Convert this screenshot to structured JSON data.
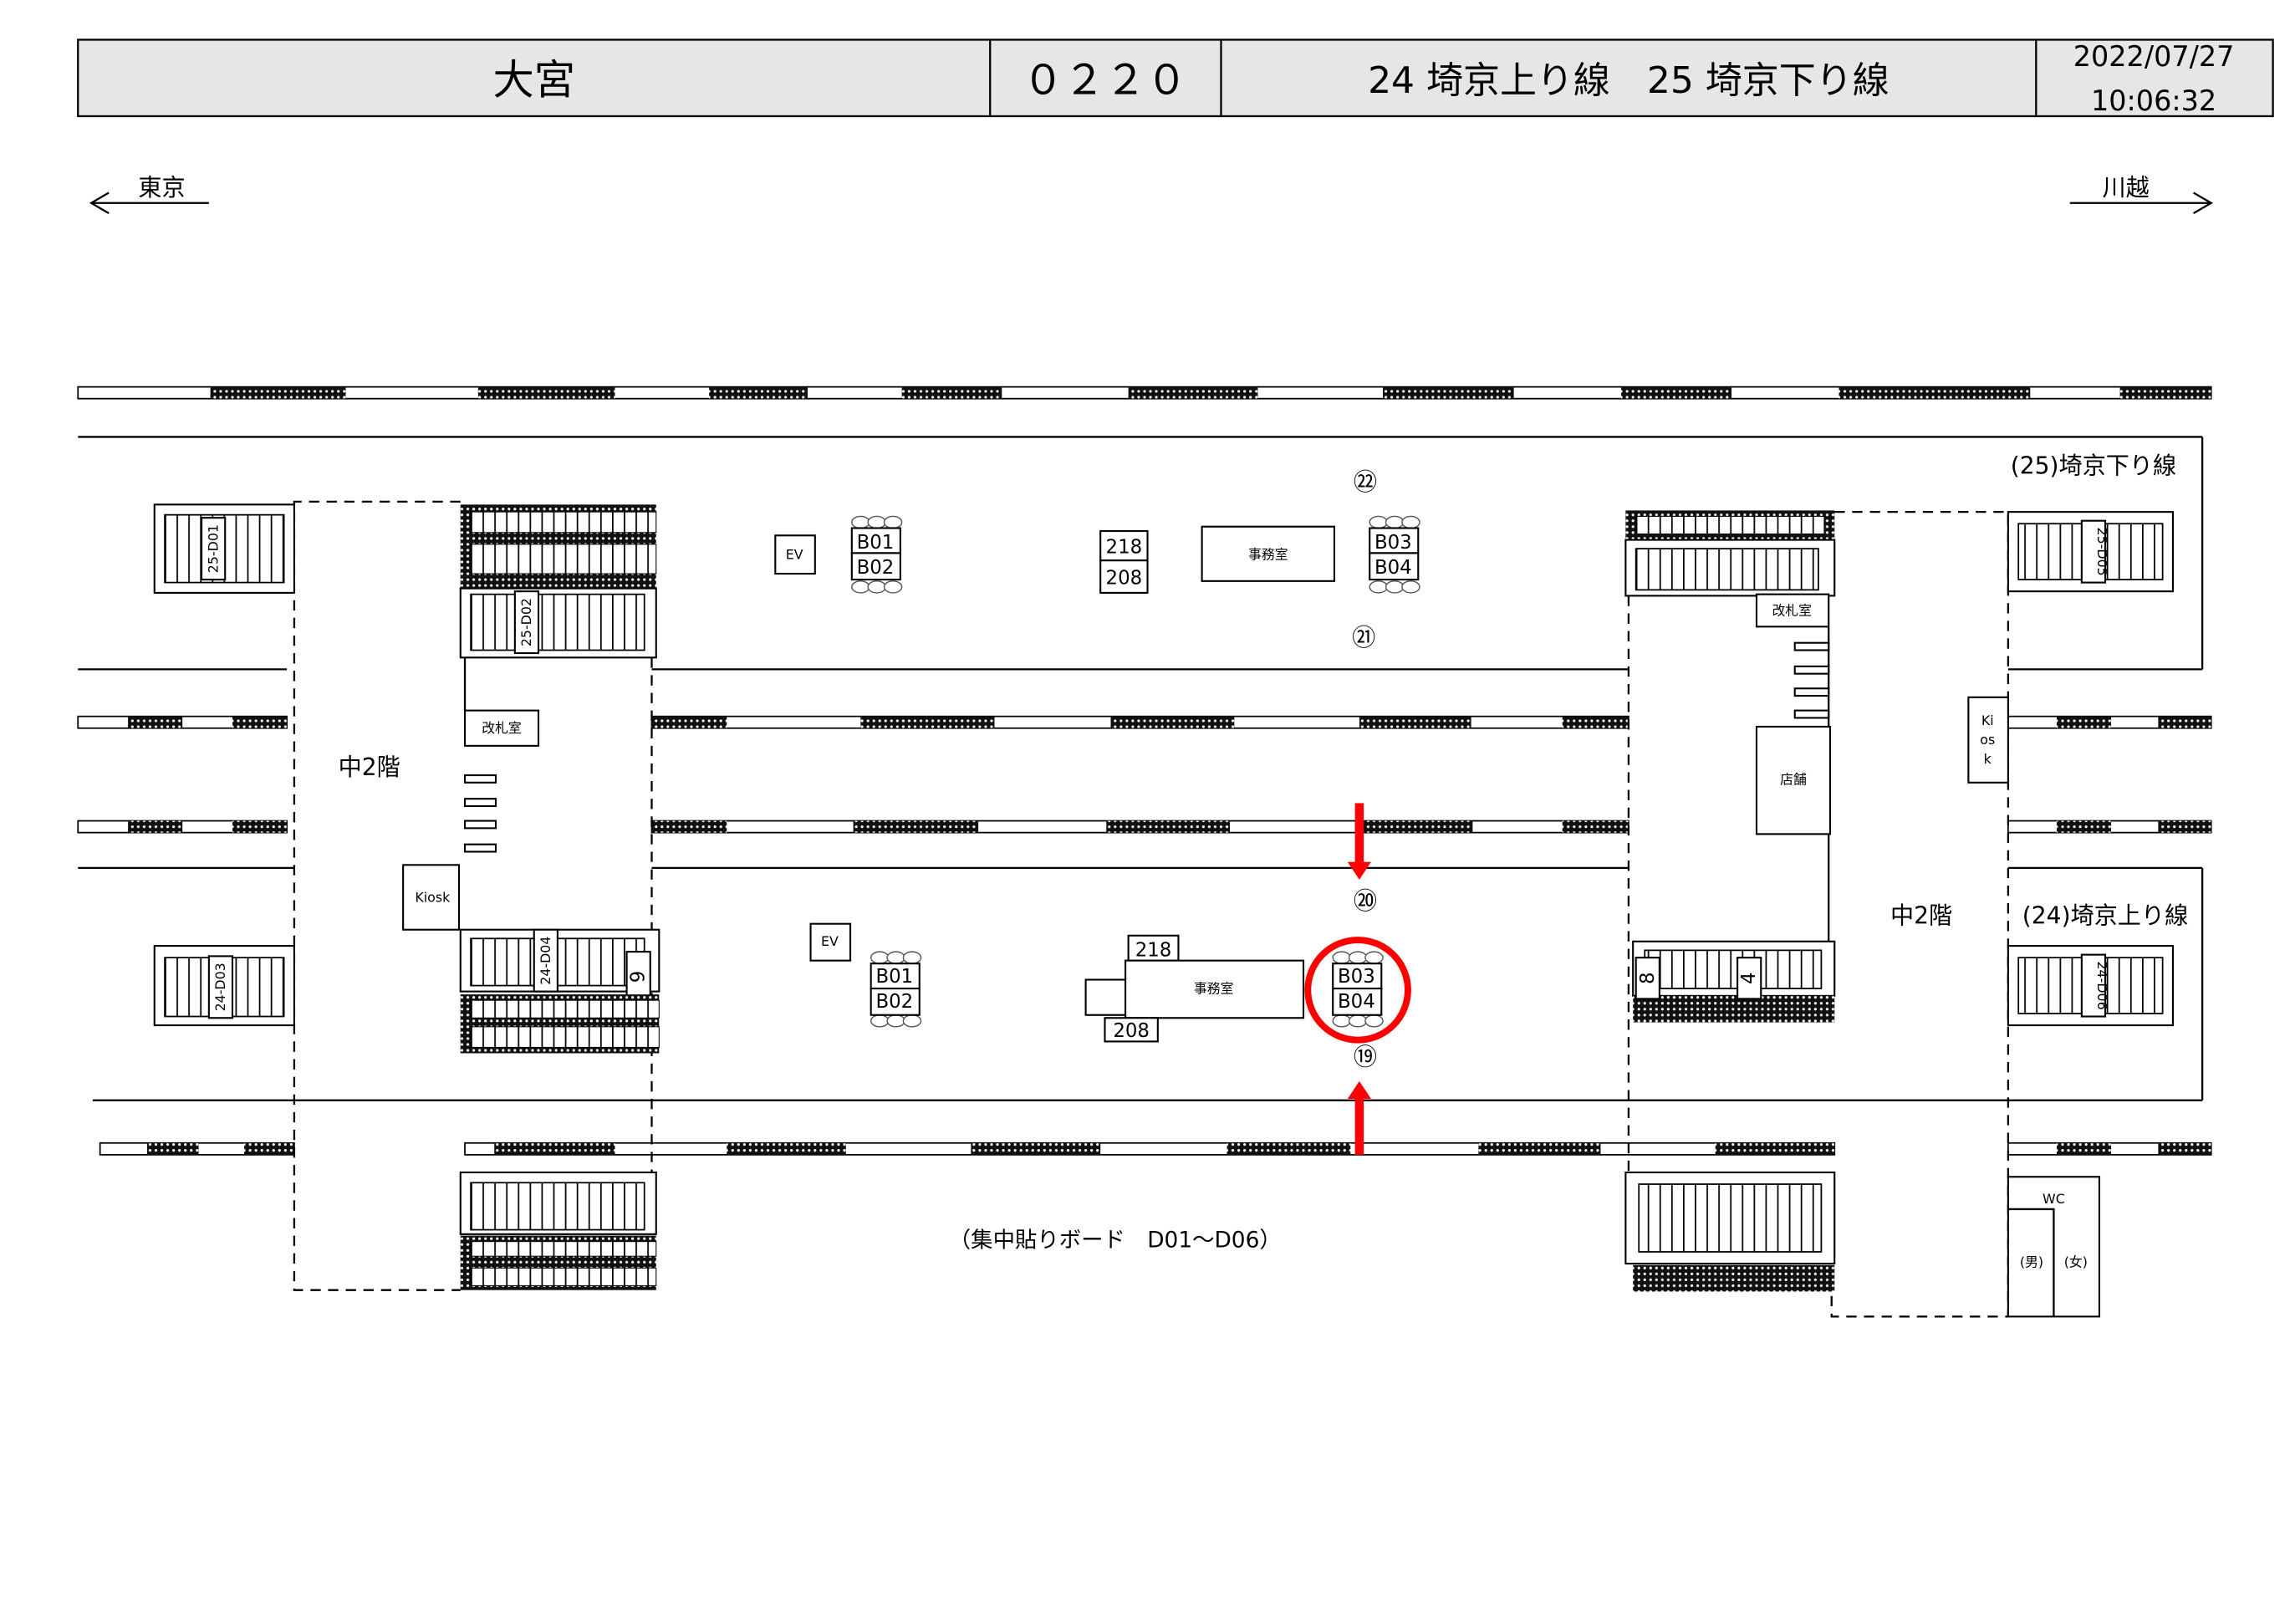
{
  "header": {
    "station": "大宮",
    "code": "０２２０",
    "lines": "24 埼京上り線　25 埼京下り線",
    "date": "2022/07/27",
    "time": "10:06:32"
  },
  "directions": {
    "left": "東京",
    "right": "川越"
  },
  "platforms": {
    "upper_label": "(25)埼京下り線",
    "lower_label": "(24)埼京上り線"
  },
  "concourse": {
    "left": "中2階",
    "right": "中2階"
  },
  "rooms": {
    "ticket_office_left": "改札室",
    "ticket_office_right": "改札室",
    "kiosk_left": "Kiosk",
    "kiosk_right": [
      "Ki",
      "os",
      "k"
    ],
    "shop": "店舗",
    "office_upper": "事務室",
    "office_lower": "事務室",
    "ev_upper": "EV",
    "ev_lower": "EV",
    "wc": "WC",
    "wc_men": "(男)",
    "wc_women": "(女)"
  },
  "stairs": {
    "d01": "25-D01",
    "d02": "25-D02",
    "d03": "24-D03",
    "d04": "24-D04",
    "d05": "25-D05",
    "d06": "24-D06",
    "n9": "9",
    "n8": "8",
    "n4": "4"
  },
  "boards": {
    "upper_b01": "B01",
    "upper_b02": "B02",
    "upper_b03": "B03",
    "upper_b04": "B04",
    "upper_218": "218",
    "upper_208": "208",
    "lower_b01": "B01",
    "lower_b02": "B02",
    "lower_b03": "B03",
    "lower_b04": "B04",
    "lower_218": "218",
    "lower_208": "208"
  },
  "markers": {
    "m19": "⑲",
    "m20": "⑳",
    "m21": "㉑",
    "m22": "㉒"
  },
  "note": "（集中貼りボード　D01～D06）",
  "colors": {
    "highlight": "#ff0000"
  }
}
